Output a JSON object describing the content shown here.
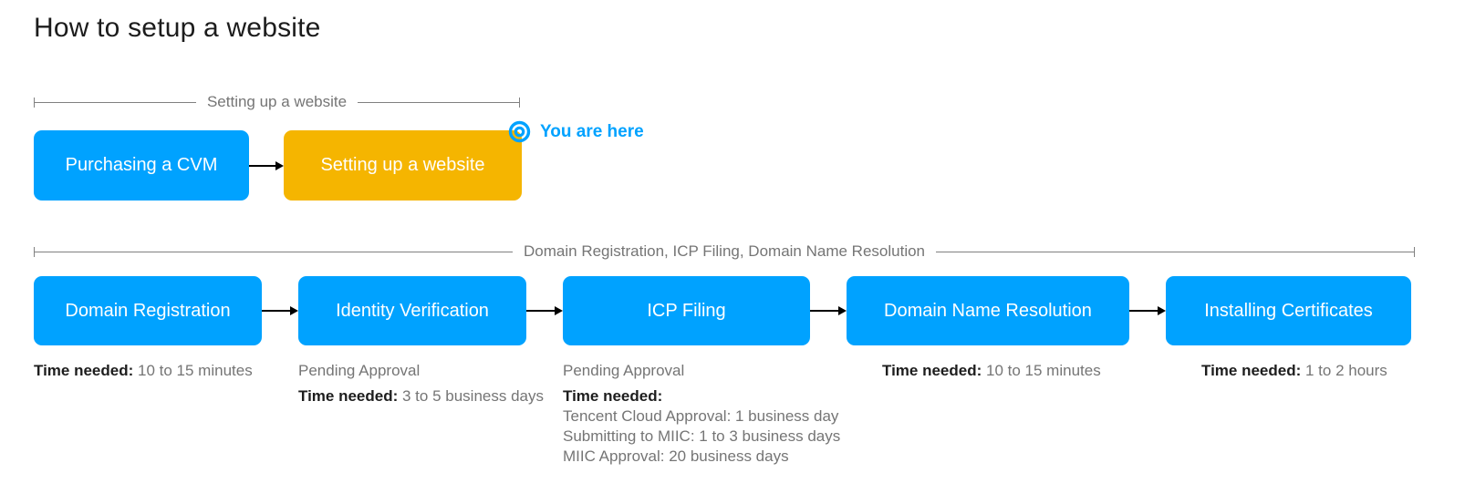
{
  "page": {
    "title": "How to setup a website"
  },
  "colors": {
    "step_blue": "#00A2FF",
    "step_yellow": "#F5B500",
    "accent_blue": "#00A2FF",
    "note_gray": "#757575",
    "note_dark": "#1d1d1d",
    "bracket_gray": "#808080"
  },
  "section1": {
    "bracket_label": "Setting up a website",
    "steps": [
      {
        "label": "Purchasing a CVM",
        "color": "blue"
      },
      {
        "label": "Setting up a website",
        "color": "yellow"
      }
    ],
    "marker": {
      "icon": "bullseye-icon",
      "label": "You are here"
    }
  },
  "section2": {
    "bracket_label": "Domain Registration, ICP Filing, Domain Name Resolution",
    "steps": [
      {
        "label": "Domain Registration",
        "color": "blue",
        "notes": [
          {
            "bold": "Time needed:",
            "text": "10 to 15 minutes"
          }
        ]
      },
      {
        "label": "Identity Verification",
        "color": "blue",
        "notes": [
          {
            "text": "Pending Approval"
          },
          {
            "bold": "Time needed:",
            "text": "3 to 5 business days"
          }
        ]
      },
      {
        "label": "ICP Filing",
        "color": "blue",
        "notes": [
          {
            "text": "Pending Approval"
          },
          {
            "bold": "Time needed:"
          },
          {
            "text": "Tencent Cloud Approval: 1 business day"
          },
          {
            "text": "Submitting to MIIC: 1 to 3 business days"
          },
          {
            "text": "MIIC Approval: 20 business days"
          }
        ]
      },
      {
        "label": "Domain Name Resolution",
        "color": "blue",
        "notes": [
          {
            "bold": "Time needed:",
            "text": "10 to 15 minutes"
          }
        ]
      },
      {
        "label": "Installing Certificates",
        "color": "blue",
        "notes": [
          {
            "bold": "Time needed:",
            "text": "1 to 2 hours"
          }
        ]
      }
    ],
    "note_offsets": [
      0,
      290,
      580,
      930,
      1280
    ]
  }
}
